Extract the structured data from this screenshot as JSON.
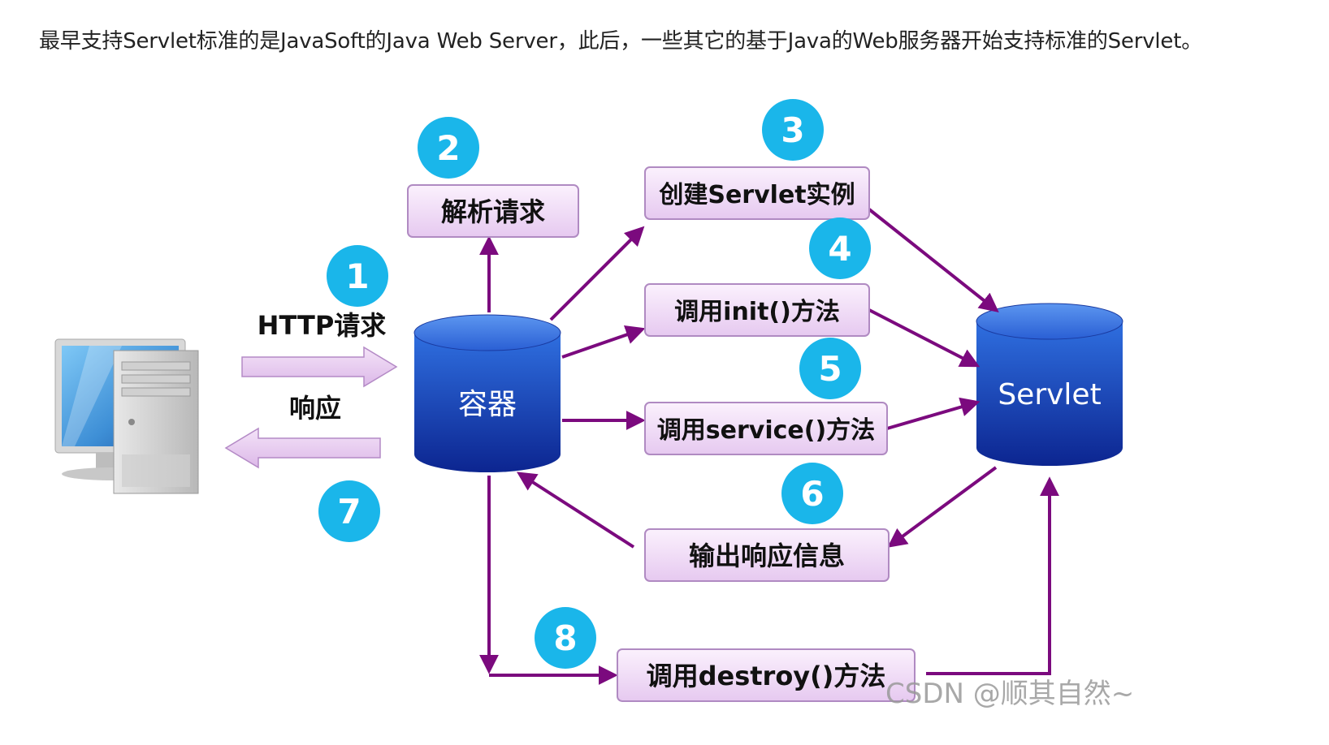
{
  "intro_text": "最早支持Servlet标准的是JavaSoft的Java Web Server，此后，一些其它的基于Java的Web服务器开始支持标准的Servlet。",
  "diagram": {
    "container_label": "容器",
    "servlet_label": "Servlet",
    "http_request_label": "HTTP请求",
    "response_label": "响应",
    "boxes": {
      "parse": "解析请求",
      "create": "创建Servlet实例",
      "init": "调用init()方法",
      "service": "调用service()方法",
      "output": "输出响应信息",
      "destroy": "调用destroy()方法"
    },
    "steps": [
      "1",
      "2",
      "3",
      "4",
      "5",
      "6",
      "7",
      "8"
    ]
  },
  "watermark": "CSDN @顺其自然~",
  "colors": {
    "arrow": "#7b0a7e",
    "step_circle": "#1ab6ea",
    "box_fill": "#f1dcf6",
    "box_border": "#b08ac2",
    "cylinder_dark": "#1230a8",
    "cylinder_light": "#3b7ae6"
  },
  "icons": {
    "computer": "desktop-computer-icon"
  }
}
